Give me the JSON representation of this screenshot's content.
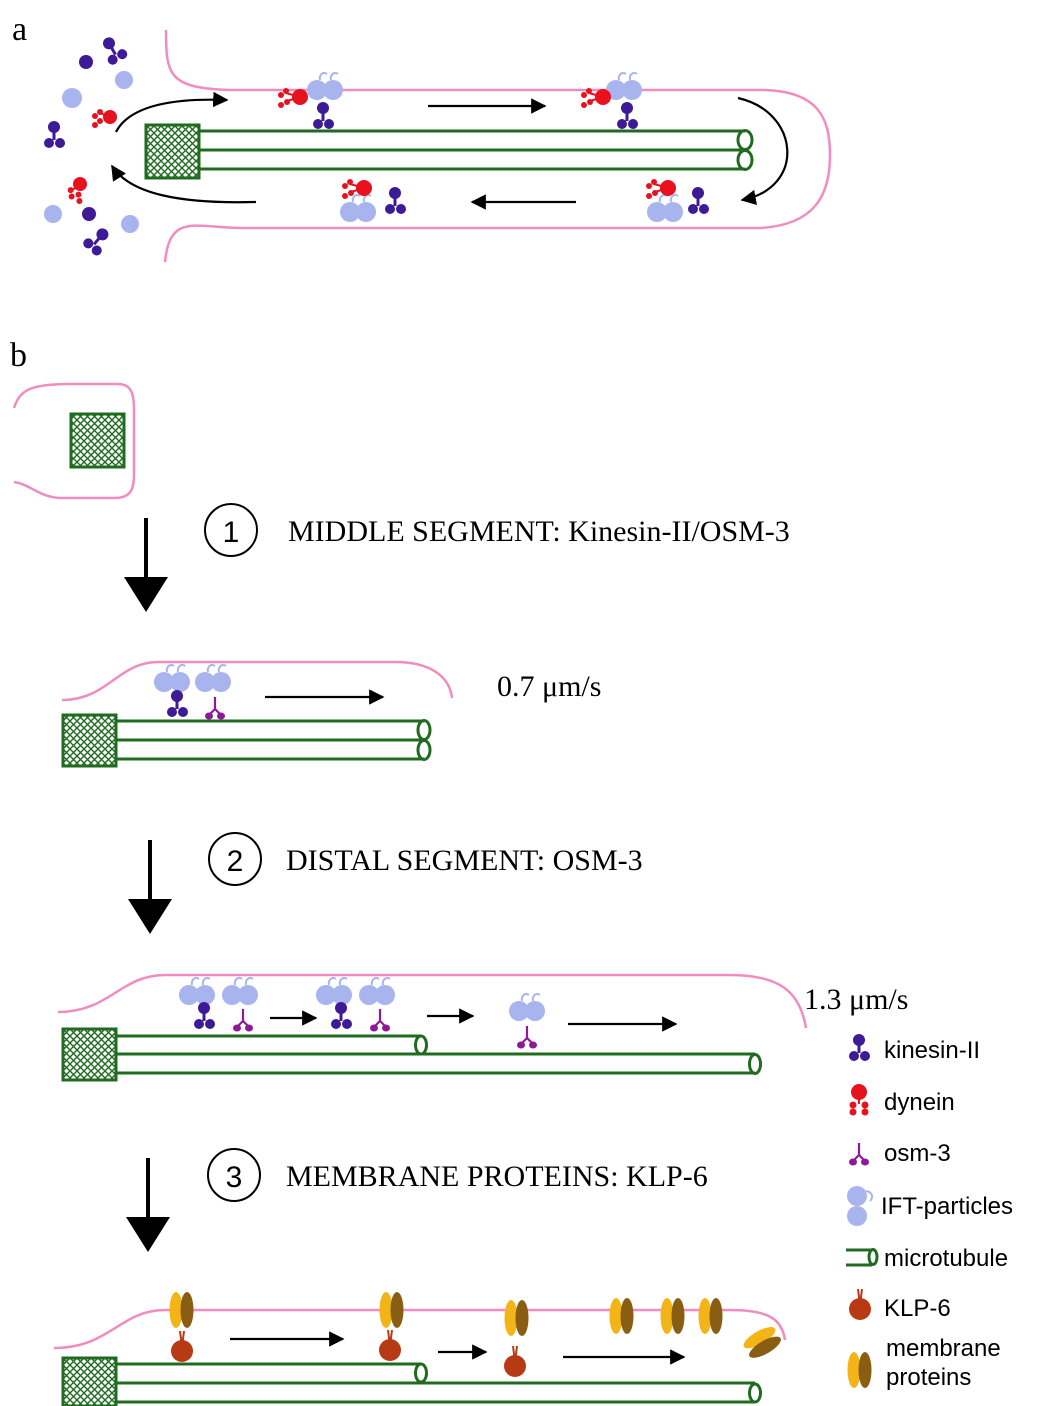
{
  "panels": {
    "a": {
      "label": "a"
    },
    "b": {
      "label": "b"
    }
  },
  "steps": [
    {
      "number": "1",
      "text": "MIDDLE SEGMENT: Kinesin-II/OSM-3"
    },
    {
      "number": "2",
      "text": "DISTAL SEGMENT: OSM-3"
    },
    {
      "number": "3",
      "text": "MEMBRANE PROTEINS: KLP-6"
    }
  ],
  "speeds": {
    "middle": "0.7 μm/s",
    "distal": "1.3 μm/s"
  },
  "legend": [
    {
      "icon": "kinesin-ii-icon",
      "label": "kinesin-II"
    },
    {
      "icon": "dynein-icon",
      "label": "dynein"
    },
    {
      "icon": "osm-3-icon",
      "label": "osm-3"
    },
    {
      "icon": "ift-particles-icon",
      "label": "IFT-particles"
    },
    {
      "icon": "microtubule-icon",
      "label": "microtubule"
    },
    {
      "icon": "klp-6-icon",
      "label": "KLP-6"
    },
    {
      "icon": "membrane-proteins-icon",
      "label": "membrane\nproteins"
    }
  ],
  "colors": {
    "membrane": "#f08cc0",
    "microtubule": "#1f6b1f",
    "kinesin": "#3d1a96",
    "dynein": "#e8121f",
    "osm3": "#8c1a96",
    "ift": "#a8b4ee",
    "klp6": "#b83a14",
    "membrane_protein_light": "#f2b416",
    "membrane_protein_dark": "#8a5e12",
    "arrow": "#000000"
  }
}
